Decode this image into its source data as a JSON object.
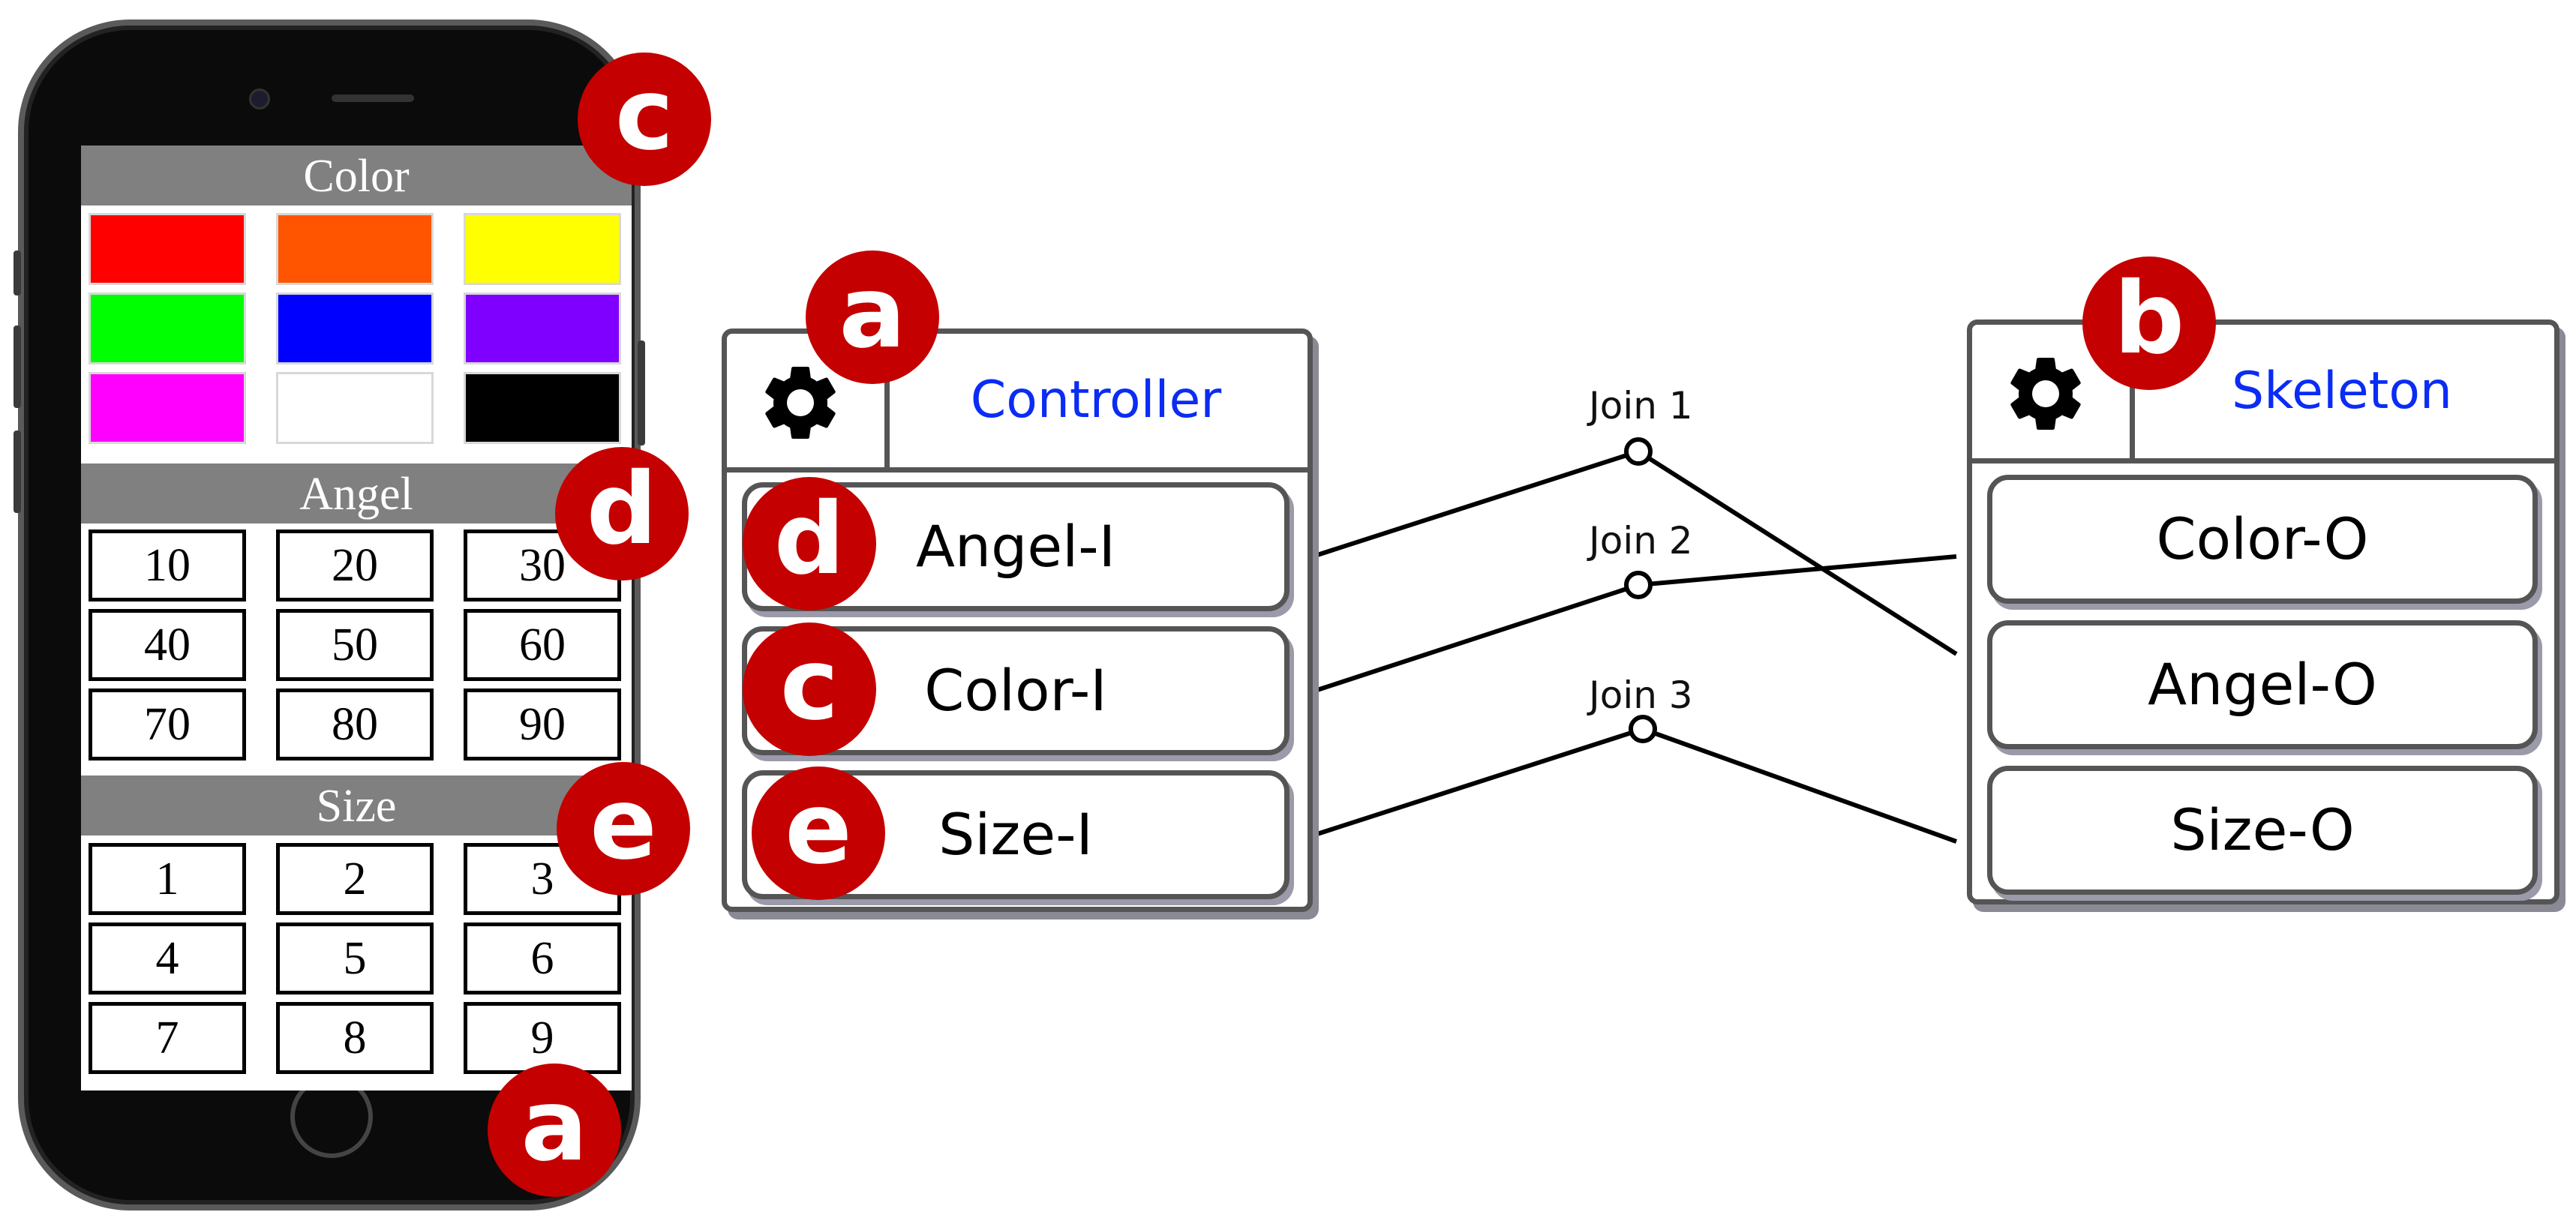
{
  "phone": {
    "sections": {
      "color": {
        "title": "Color",
        "swatches": [
          "#ff0000",
          "#ff5500",
          "#ffff00",
          "#00ff00",
          "#0000ff",
          "#8000ff",
          "#ff00ff",
          "#ffffff",
          "#000000"
        ]
      },
      "angel": {
        "title": "Angel",
        "values": [
          "10",
          "20",
          "30",
          "40",
          "50",
          "60",
          "70",
          "80",
          "90"
        ]
      },
      "size": {
        "title": "Size",
        "values": [
          "1",
          "2",
          "3",
          "4",
          "5",
          "6",
          "7",
          "8",
          "9"
        ]
      }
    }
  },
  "badges": {
    "phone_color": "c",
    "phone_angel": "d",
    "phone_size": "e",
    "phone_device": "a",
    "controller": "a",
    "skeleton": "b",
    "port_angel": "d",
    "port_color": "c",
    "port_size": "e"
  },
  "controller": {
    "title": "Controller",
    "ports": [
      "Angel-I",
      "Color-I",
      "Size-I"
    ]
  },
  "skeleton": {
    "title": "Skeleton",
    "ports": [
      "Color-O",
      "Angel-O",
      "Size-O"
    ]
  },
  "joins": [
    "Join 1",
    "Join 2",
    "Join 3"
  ],
  "colors": {
    "badge": "#c40000",
    "title_text": "#0a2cf5",
    "section_header": "#808080"
  }
}
